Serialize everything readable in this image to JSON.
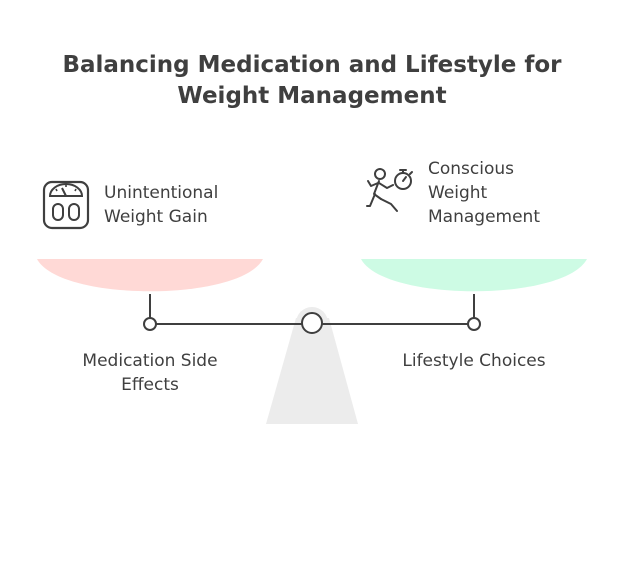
{
  "title": {
    "line1": "Balancing Medication and Lifestyle for",
    "line2": "Weight Management"
  },
  "left": {
    "heading_line1": "Unintentional",
    "heading_line2": "Weight Gain",
    "base_line1": "Medication Side",
    "base_line2": "Effects",
    "pan_color": "#ffd9d6",
    "icon": "bathroom-scale-icon"
  },
  "right": {
    "heading_line1": "Conscious",
    "heading_line2": "Weight",
    "heading_line3": "Management",
    "base_line1": "Lifestyle Choices",
    "pan_color": "#cdfbe4",
    "icon": "runner-with-stopwatch-icon"
  },
  "colors": {
    "text": "#3f3f3f",
    "fulcrum": "#ececec"
  }
}
